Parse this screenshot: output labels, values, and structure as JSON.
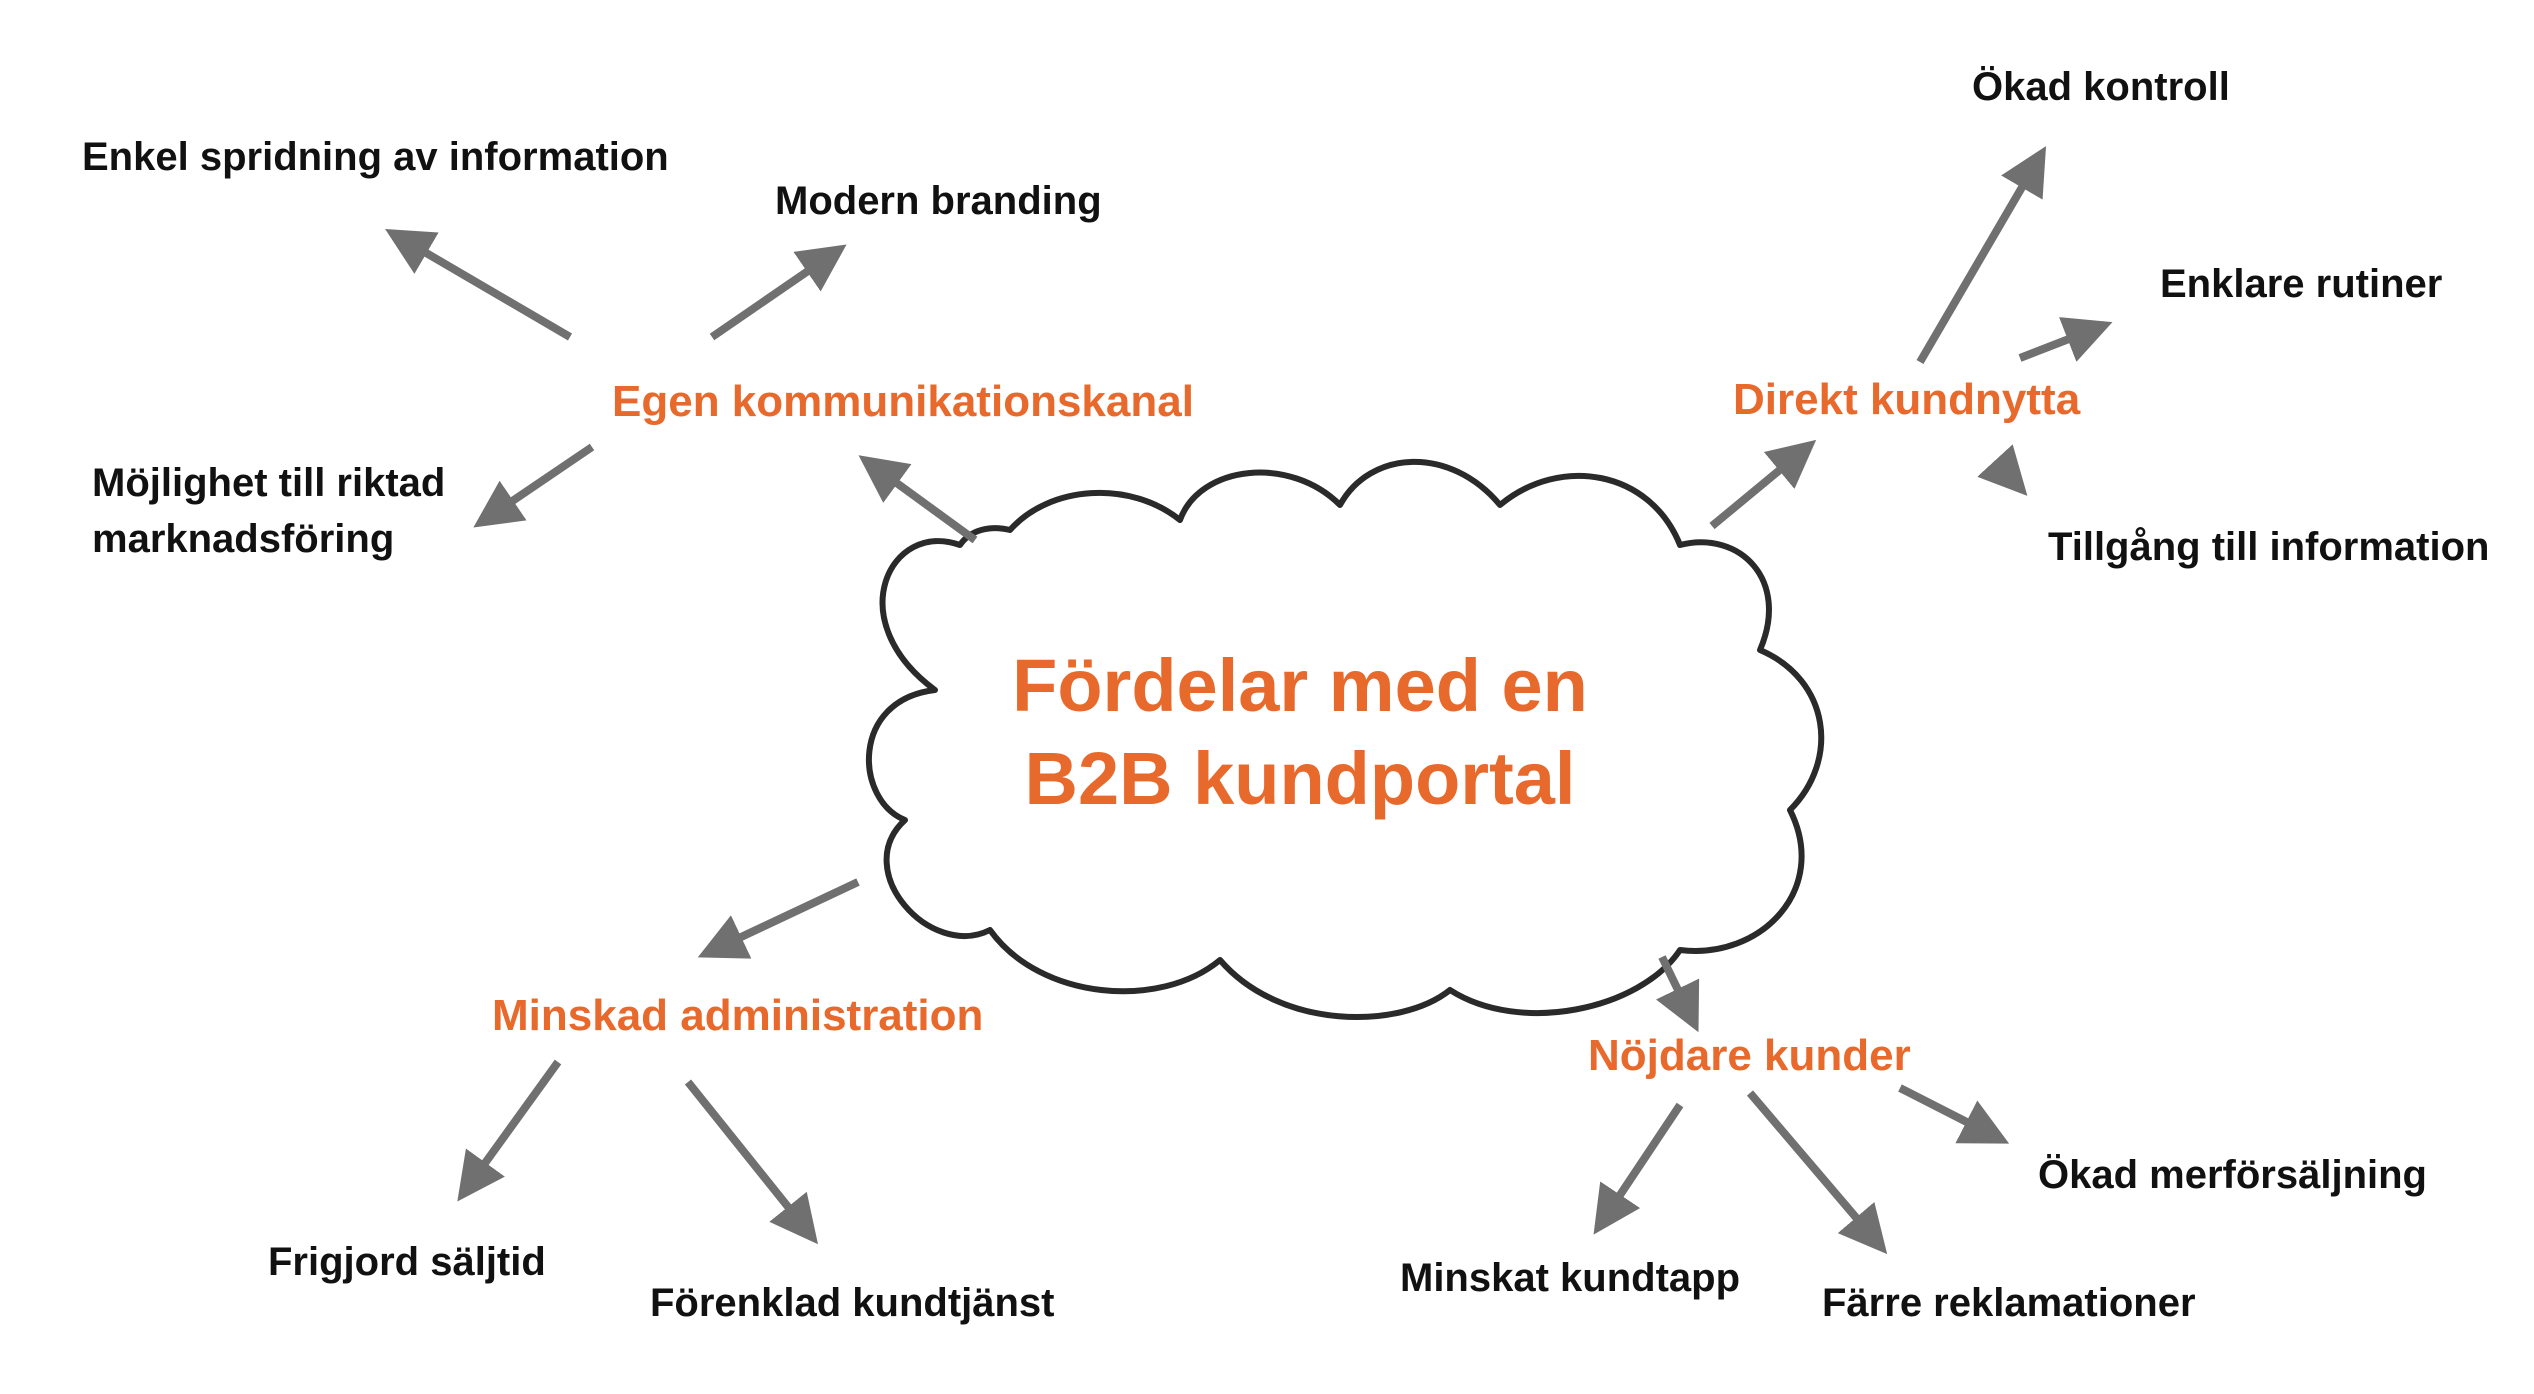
{
  "colors": {
    "accent": "#e8692c",
    "text": "#111111",
    "arrow": "#707070",
    "cloud_stroke": "#2a2a2a"
  },
  "center": {
    "line1": "Fördelar med en",
    "line2": "B2B kundportal"
  },
  "branches": {
    "egen": {
      "label": "Egen kommunikationskanal",
      "leaves": {
        "spridning": "Enkel spridning av information",
        "branding": "Modern branding",
        "riktad_line1": "Möjlighet till riktad",
        "riktad_line2": "marknadsföring"
      }
    },
    "direkt": {
      "label": "Direkt kundnytta",
      "leaves": {
        "kontroll": "Ökad kontroll",
        "rutiner": "Enklare rutiner",
        "tillgang": "Tillgång till information"
      }
    },
    "minskad": {
      "label": "Minskad administration",
      "leaves": {
        "frigjord": "Frigjord säljtid",
        "forenklad": "Förenklad kundtjänst"
      }
    },
    "nojdare": {
      "label": "Nöjdare kunder",
      "leaves": {
        "kundtapp": "Minskat kundtapp",
        "reklamationer": "Färre reklamationer",
        "merforsaljning": "Ökad merförsäljning"
      }
    }
  }
}
